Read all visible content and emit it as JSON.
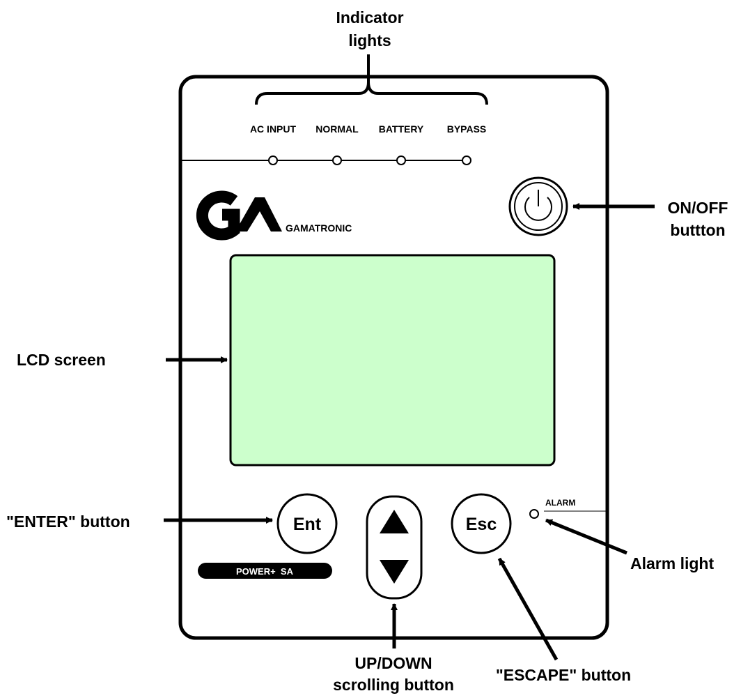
{
  "callouts": {
    "indicator_lights_line1": "Indicator",
    "indicator_lights_line2": "lights",
    "on_off_line1": "ON/OFF",
    "on_off_line2": "buttton",
    "lcd_screen": "LCD screen",
    "enter_button": "\"ENTER\" button",
    "alarm_light": "Alarm light",
    "up_down_line1": "UP/DOWN",
    "up_down_line2": "scrolling button",
    "escape_button": "\"ESCAPE\" button"
  },
  "panel": {
    "indicators": [
      "AC INPUT",
      "NORMAL",
      "BATTERY",
      "BYPASS"
    ],
    "brand": "GAMATRONIC",
    "logo_text": "GA",
    "enter_label": "Ent",
    "escape_label": "Esc",
    "alarm_label": "ALARM",
    "model_label": "POWER+  SA"
  },
  "colors": {
    "lcd": "#ccffcc",
    "outline": "#000000"
  }
}
